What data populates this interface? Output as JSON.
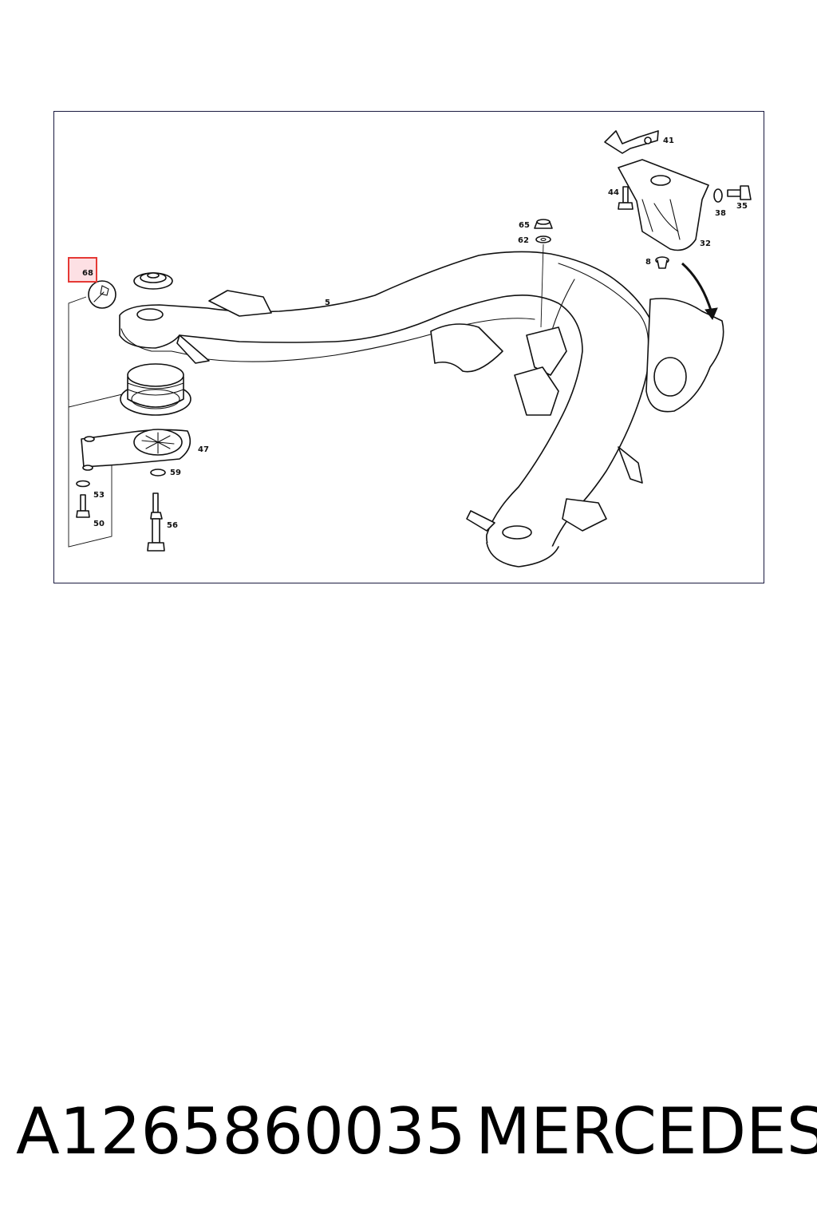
{
  "diagram": {
    "callouts": {
      "c68": "68",
      "c5": "5",
      "c65": "65",
      "c62": "62",
      "c41": "41",
      "c44": "44",
      "c38": "38",
      "c35": "35",
      "c32": "32",
      "c8": "8",
      "c47": "47",
      "c59": "59",
      "c53": "53",
      "c50": "50",
      "c56": "56"
    },
    "highlight": {
      "part": "68",
      "color": "#e53935",
      "fill": "#fde0e4"
    },
    "icons": [
      "wrench-icon",
      "arrow-icon"
    ]
  },
  "footer": {
    "part_number": "A1265860035",
    "brand": "MERCEDES"
  }
}
